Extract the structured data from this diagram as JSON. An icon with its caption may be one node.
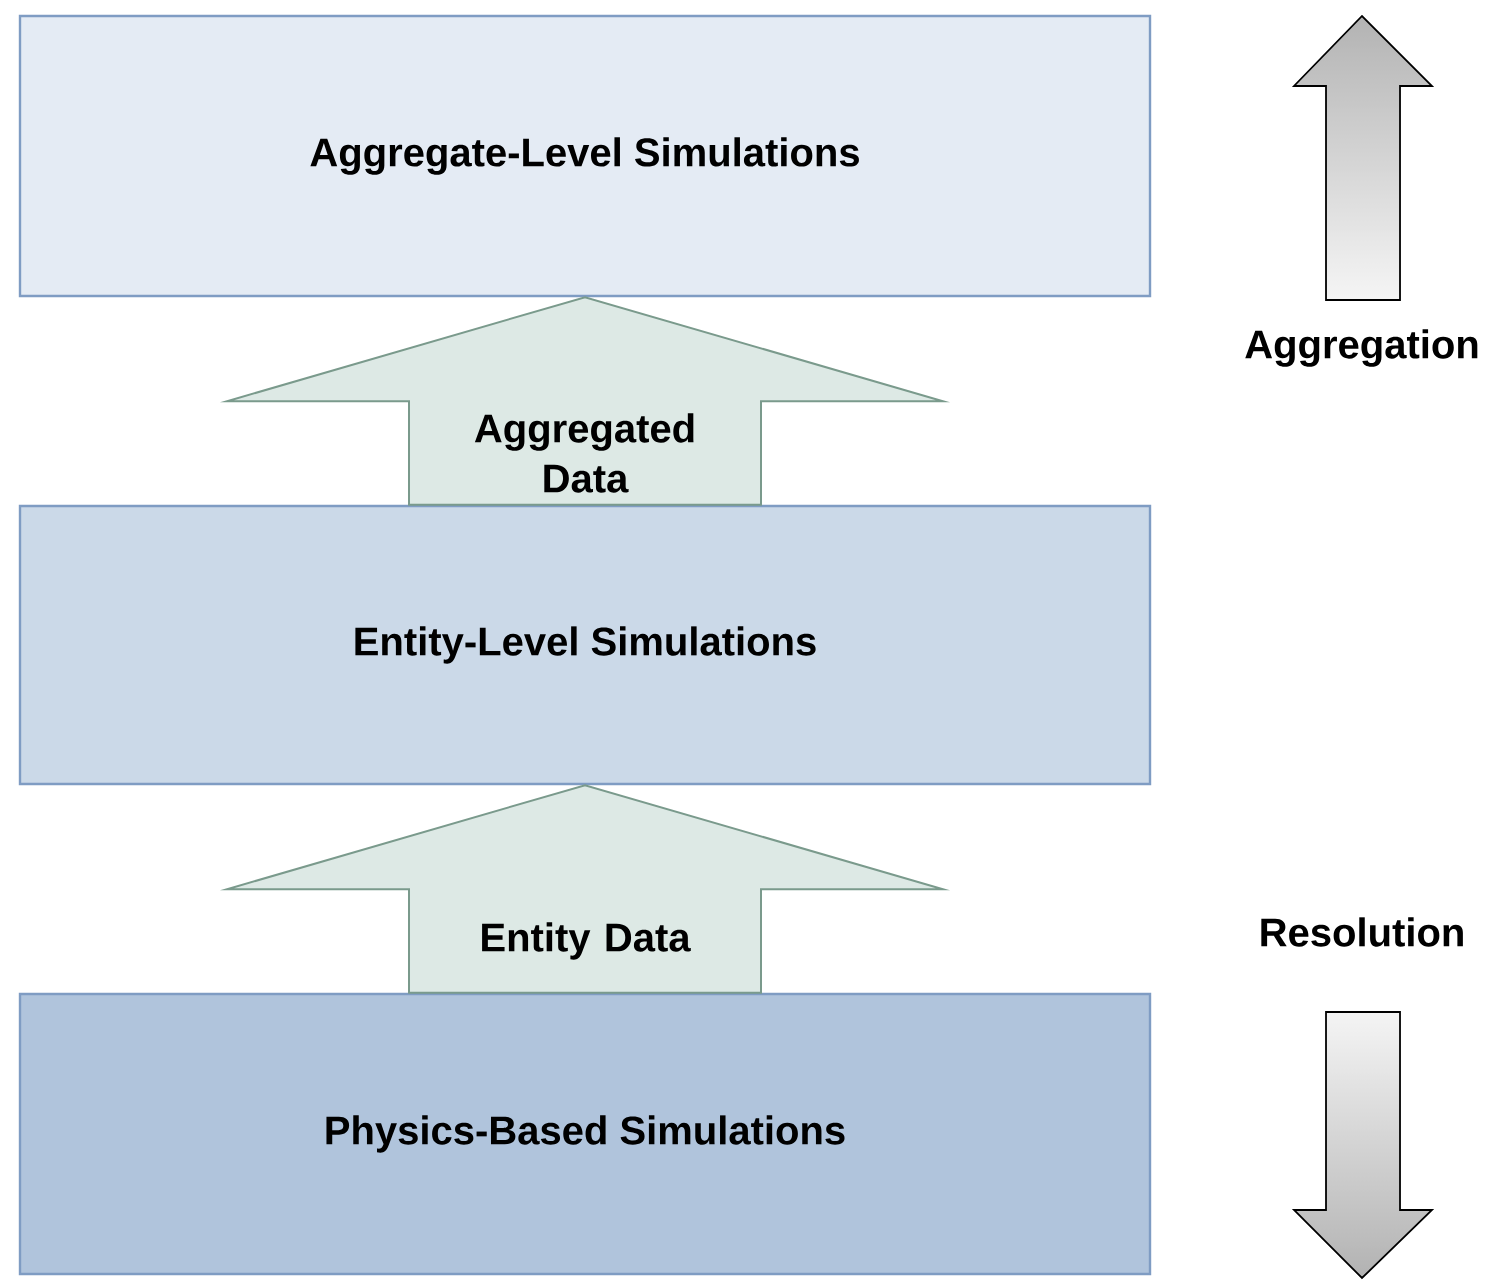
{
  "diagram": {
    "nodes": [
      {
        "text": [
          "Aggregate-Level Simulations"
        ]
      },
      {
        "text": [
          "Entity-Level Simulations"
        ]
      },
      {
        "text": [
          "Physics-Based Simulations"
        ]
      }
    ],
    "edges": [
      {
        "from": 1,
        "to": 0,
        "arrow": "to",
        "label": "Aggregated Data"
      },
      {
        "from": 2,
        "to": 1,
        "arrow": "to",
        "label": "Entity Data"
      }
    ],
    "labels": [
      "Aggregation",
      "Resolution"
    ]
  }
}
